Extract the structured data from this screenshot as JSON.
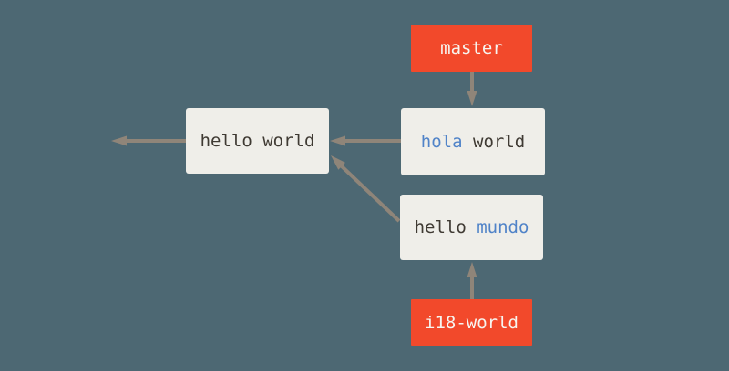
{
  "colors": {
    "background": "#4D6873",
    "commit_box": "#EFEEE9",
    "branch_box": "#F2492B",
    "dark_text": "#3F3A33",
    "accent_text": "#5083C8",
    "branch_text": "#F7F5F0",
    "arrow": "#8F8579"
  },
  "branches": {
    "master": {
      "label": "master"
    },
    "i18_world": {
      "label": "i18-world"
    }
  },
  "commits": {
    "hello_world": {
      "text": "hello world"
    },
    "hola_world": {
      "accent": "hola",
      "rest": " world"
    },
    "hello_mundo": {
      "rest": "hello ",
      "accent": "mundo"
    }
  }
}
